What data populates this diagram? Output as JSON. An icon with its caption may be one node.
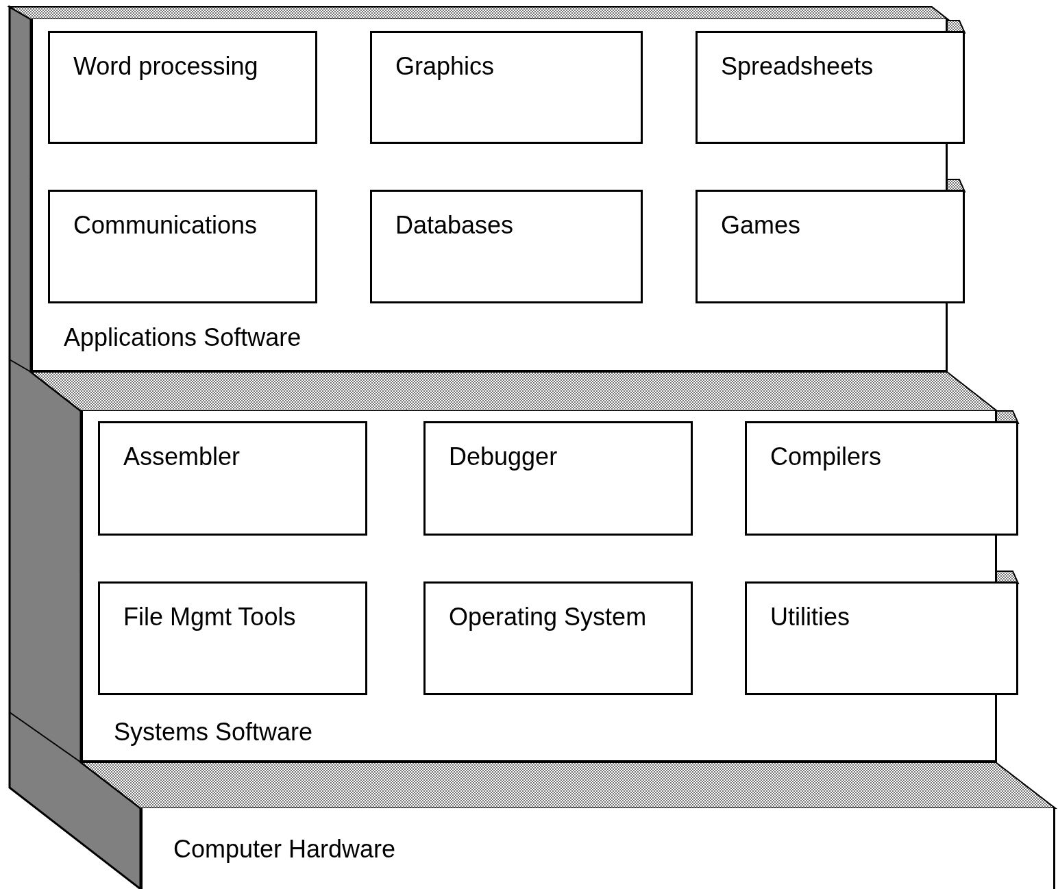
{
  "diagram": {
    "nodes": [
      {
        "text": [
          "Applications Software"
        ]
      },
      {
        "text": [
          "Word processing"
        ],
        "in": 0
      },
      {
        "text": [
          "Graphics"
        ],
        "in": 0
      },
      {
        "text": [
          "Spreadsheets"
        ],
        "in": 0
      },
      {
        "text": [
          "Communications"
        ],
        "in": 0
      },
      {
        "text": [
          "Databases"
        ],
        "in": 0
      },
      {
        "text": [
          "Games"
        ],
        "in": 0
      },
      {
        "text": [
          "Systems Software"
        ]
      },
      {
        "text": [
          "Assembler"
        ],
        "in": 7
      },
      {
        "text": [
          "Debugger"
        ],
        "in": 7
      },
      {
        "text": [
          "Compilers"
        ],
        "in": 7
      },
      {
        "text": [
          "File Mgmt Tools"
        ],
        "in": 7
      },
      {
        "text": [
          "Operating System"
        ],
        "in": 7
      },
      {
        "text": [
          "Utilities"
        ],
        "in": 7
      },
      {
        "text": [
          "Computer Hardware"
        ]
      }
    ],
    "edges": []
  }
}
